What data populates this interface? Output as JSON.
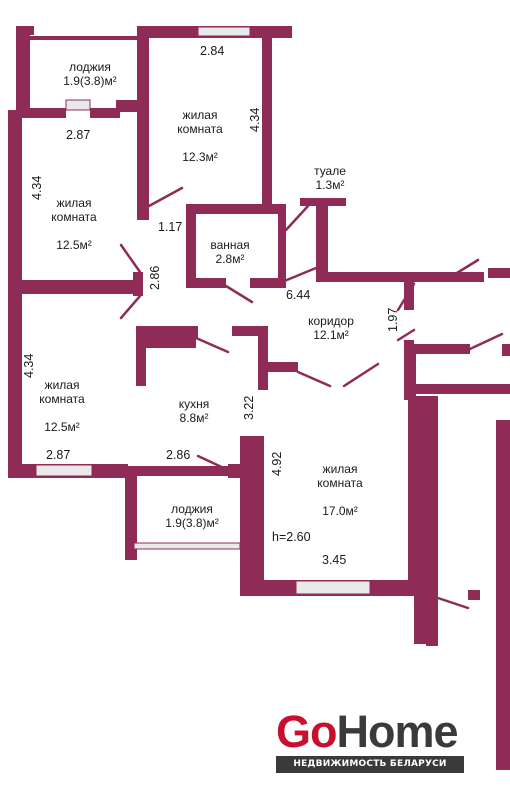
{
  "colors": {
    "wall": "#8e2c57",
    "window": "#e9e9e9",
    "text": "#1a1a1a",
    "brand_red": "#c8102e",
    "brand_gray": "#3a3a3a"
  },
  "rooms": {
    "loggia_top": {
      "name": "лоджия",
      "area": "1.9(3.8)м²"
    },
    "living_top": {
      "name": "жилая\nкомната",
      "area": "12.3м²"
    },
    "living_left": {
      "name": "жилая\nкомната",
      "area": "12.5м²"
    },
    "toilet": {
      "name": "туале",
      "area": "1.3м²"
    },
    "bathroom": {
      "name": "ванная",
      "area": "2.8м²"
    },
    "corridor": {
      "name": "коридор",
      "area": "12.1м²"
    },
    "living_bottom_left": {
      "name": "жилая\nкомната",
      "area": "12.5м²"
    },
    "kitchen": {
      "name": "кухня",
      "area": "8.8м²"
    },
    "living_big": {
      "name": "жилая\nкомната",
      "area": "17.0м²"
    },
    "loggia_bottom": {
      "name": "лоджия",
      "area": "1.9(3.8)м²"
    }
  },
  "dimensions": {
    "d284_top": "2.84",
    "d434_top": "4.34",
    "d287_top": "2.87",
    "d434_left": "4.34",
    "d117": "1.17",
    "d286_vert": "2.86",
    "d644": "6.44",
    "d197": "1.97",
    "d434_bottom_left": "4.34",
    "d322": "3.22",
    "d287_bottom": "2.87",
    "d286_bottom": "2.86",
    "d492": "4.92",
    "ceiling": "h=2.60",
    "d345": "3.45"
  },
  "logo": {
    "go": "Go",
    "home": "Home",
    "tagline": "НЕДВИЖИМОСТЬ БЕЛАРУСИ"
  }
}
